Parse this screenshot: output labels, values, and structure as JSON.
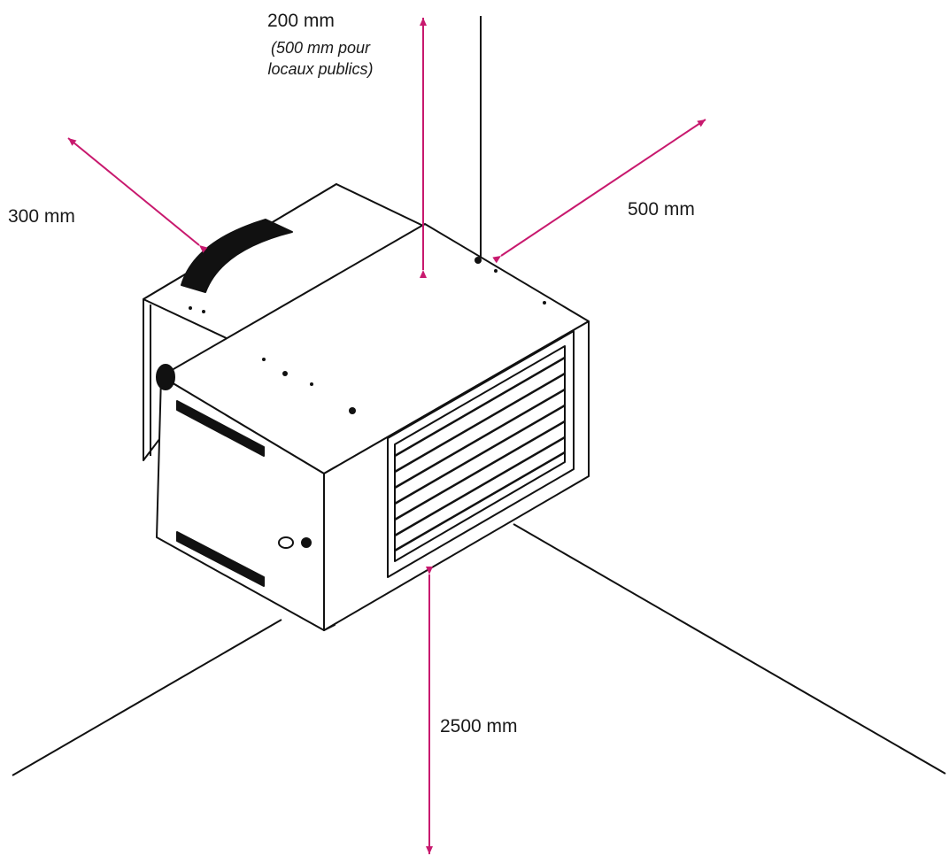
{
  "colors": {
    "dimension_arrow": "#c8196e",
    "linework": "#111111",
    "background": "#ffffff"
  },
  "clearances": {
    "top": {
      "value": "200 mm",
      "note_line1": "(500 mm pour",
      "note_line2": "locaux publics)"
    },
    "rear": {
      "value": "300 mm"
    },
    "side": {
      "value": "500 mm"
    },
    "floor": {
      "value": "2500 mm"
    }
  }
}
